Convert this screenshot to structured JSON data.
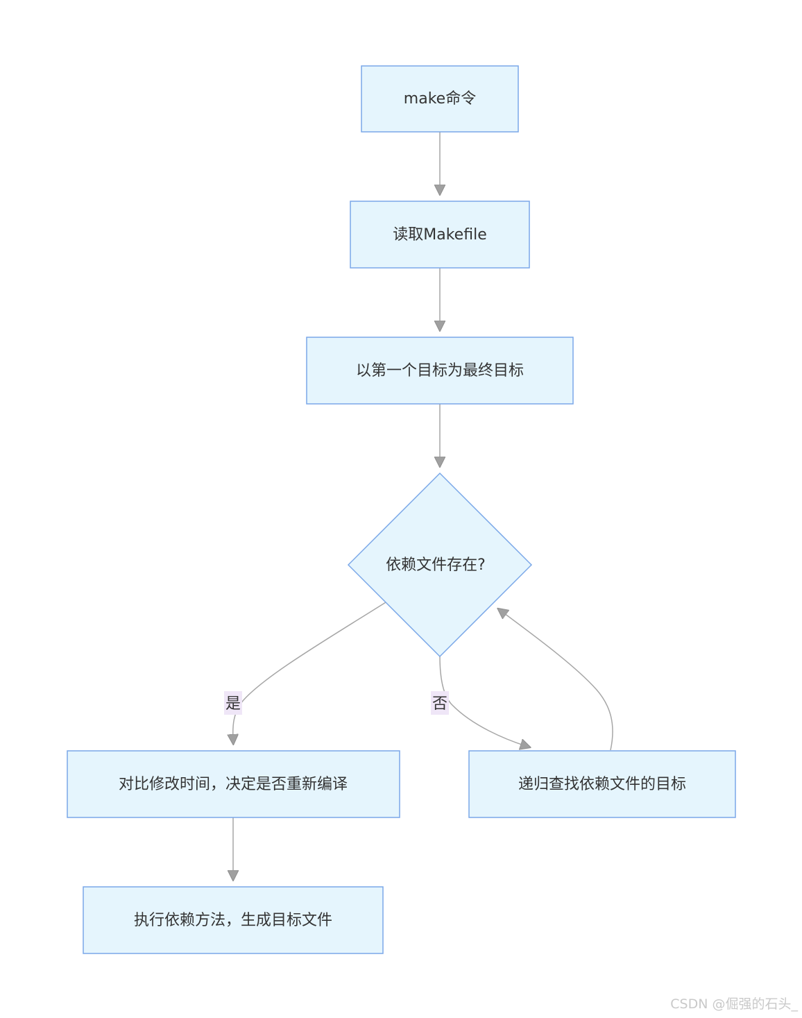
{
  "nodes": {
    "make_cmd": "make命令",
    "read_makefile": "读取Makefile",
    "first_target": "以第一个目标为最终目标",
    "deps_exist": "依赖文件存在?",
    "compare_time": "对比修改时间，决定是否重新编译",
    "recursive_find": "递归查找依赖文件的目标",
    "execute": "执行依赖方法，生成目标文件"
  },
  "edges": {
    "yes_label": "是",
    "no_label": "否"
  },
  "watermark": "CSDN @倔强的石头_",
  "colors": {
    "node_fill": "#e5f5fd",
    "node_stroke": "#7aa7e8",
    "edge": "#a6a6a6",
    "label_bg": "#efe6f7"
  }
}
